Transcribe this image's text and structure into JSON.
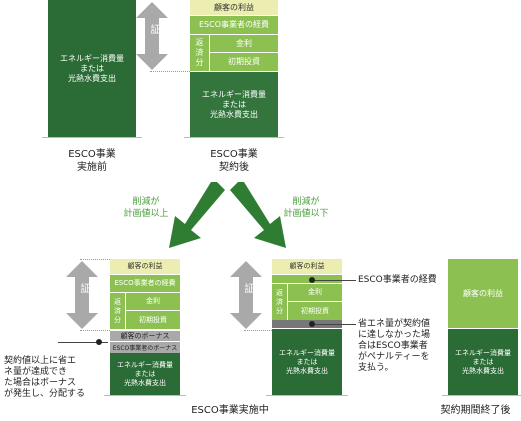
{
  "before": {
    "main": "エネルギー消費量\nまたは\n光熱水費支出",
    "caption": "ESCO事業\n実施前"
  },
  "contract": {
    "customer_profit": "顧客の利益",
    "esco_cost": "ESCO事業者の経費",
    "repay": "返\n済\n分",
    "interest": "金利",
    "initial": "初期投資",
    "main": "エネルギー消費量\nまたは\n光熱水費支出",
    "guarantee": "保\n証",
    "caption": "ESCO事業\n契約後"
  },
  "arrows": {
    "left_label": "削減が\n計画値以上",
    "right_label": "削減が\n計画値以下"
  },
  "above": {
    "customer_profit": "顧客の利益",
    "esco_cost": "ESCO事業者の経費",
    "repay": "返\n済\n分",
    "interest": "金利",
    "initial": "初期投資",
    "bonus_customer": "顧客のボーナス",
    "bonus_esco": "ESCO事業者のボーナス",
    "main": "エネルギー消費量\nまたは\n光熱水費支出",
    "guarantee": "保\n証",
    "note": "契約値以上に省エ\nネ量が達成でき\nた場合はボーナス\nが発生し、分配する"
  },
  "below": {
    "customer_profit": "顧客の利益",
    "repay": "返\n済\n分",
    "interest": "金利",
    "initial": "初期投資",
    "main": "エネルギー消費量\nまたは\n光熱水費支出",
    "guarantee": "保\n証",
    "esco_cost_note": "ESCO事業者の経費",
    "penalty_note": "省エネ量が契約値\nに達しなかった場\n合はESCO事業者\nがペナルティーを\n支払う。"
  },
  "during_caption": "ESCO事業実施中",
  "after": {
    "customer_profit": "顧客の利益",
    "main": "エネルギー消費量\nまたは\n光熱水費支出",
    "caption": "契約期間終了後"
  },
  "colors": {
    "dark_green": "#2b6b35",
    "light_green": "#8cc152",
    "yellow": "#ecedb0",
    "gray": "#a9a9a9",
    "arrow_green": "#2f7d32",
    "label_green": "#4a9a3e"
  }
}
